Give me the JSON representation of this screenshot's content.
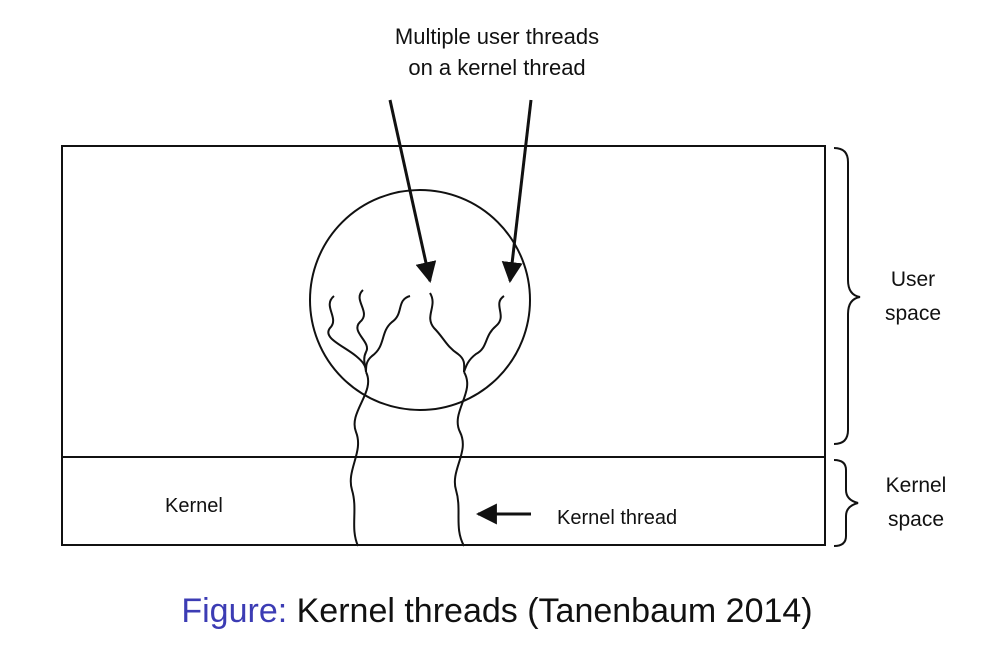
{
  "annotation": {
    "line1": "Multiple user threads",
    "line2": "on a kernel thread"
  },
  "regions": {
    "user_space": {
      "line1": "User",
      "line2": "space"
    },
    "kernel_space": {
      "line1": "Kernel",
      "line2": "space"
    },
    "kernel_label": "Kernel",
    "kernel_thread_label": "Kernel thread"
  },
  "caption": {
    "prefix": "Figure:",
    "text": " Kernel threads (Tanenbaum 2014)"
  },
  "colors": {
    "stroke": "#111111",
    "caption_prefix": "#3c3cb4"
  }
}
